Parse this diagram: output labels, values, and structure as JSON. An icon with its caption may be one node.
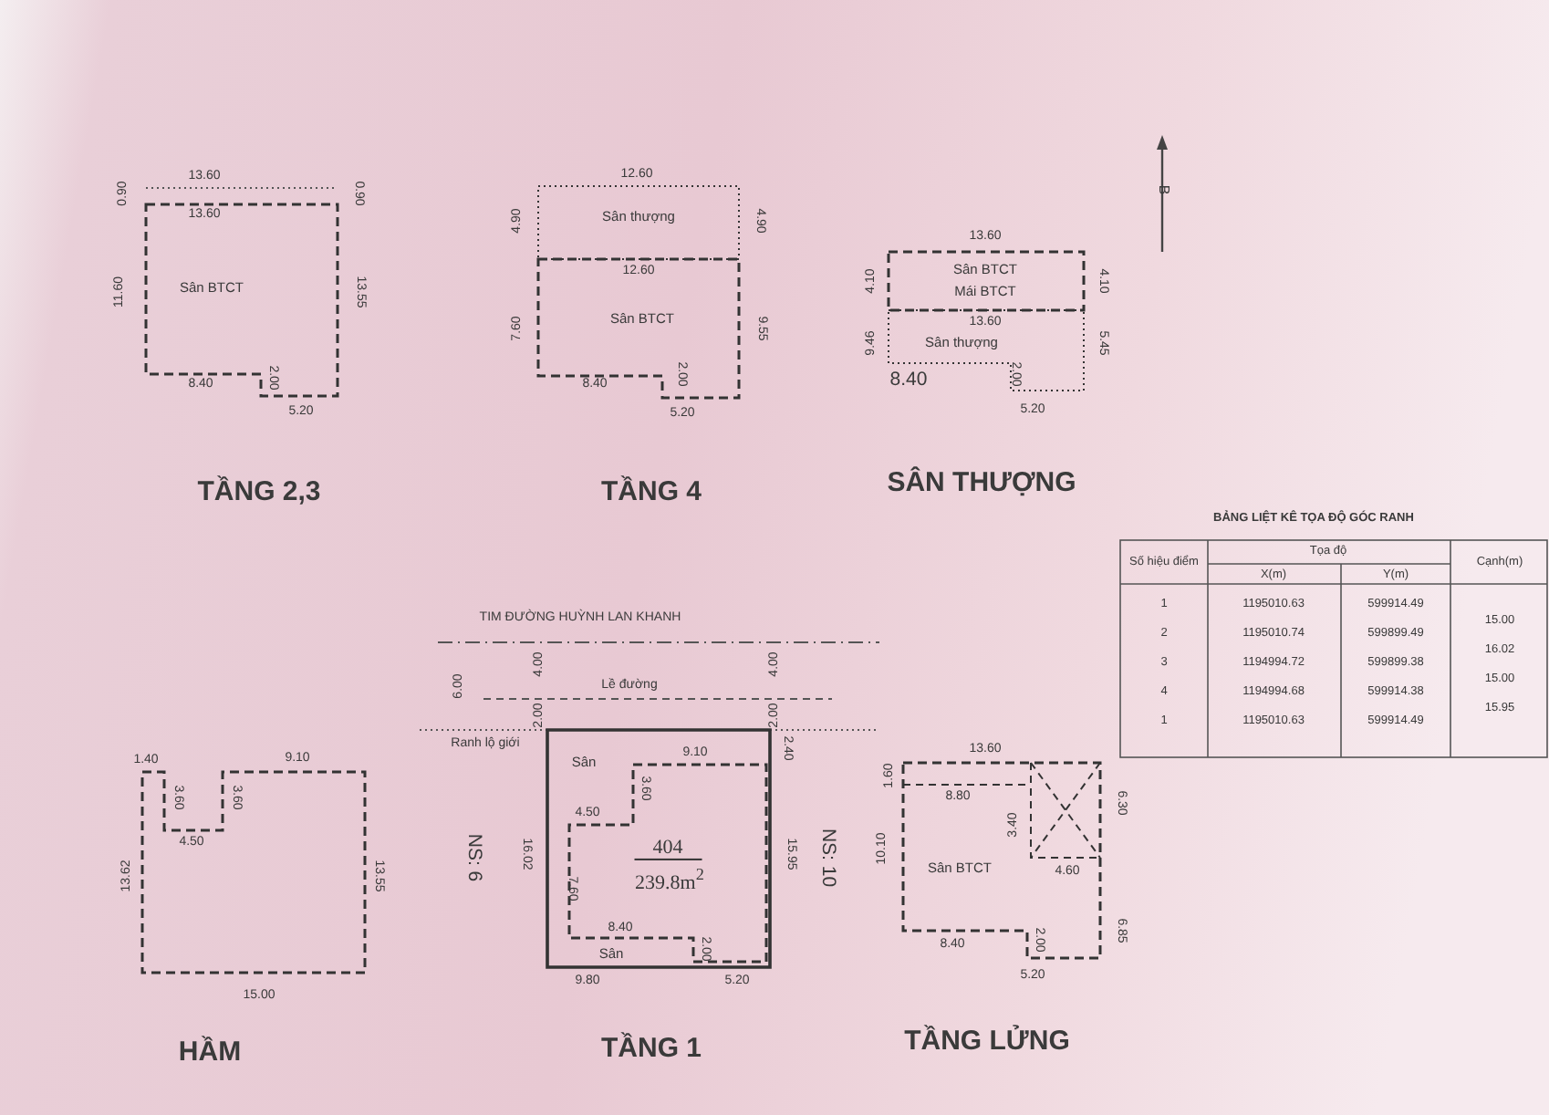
{
  "diagram": {
    "nodes": [
      {
        "text": [
          "Sân BTCT"
        ]
      },
      {
        "text": [
          "Sân thượng"
        ]
      },
      {
        "text": [
          "Sân BTCT"
        ]
      },
      {
        "text": [
          "Sân BTCT",
          "Mái BTCT"
        ]
      },
      {
        "text": [
          "Sân thượng"
        ]
      },
      {
        "text": [],
        "shape": "box"
      },
      {
        "text": [
          "Sân",
          "Sân"
        ]
      },
      {
        "text": [
          "404",
          "239.8m$^{2}$"
        ],
        "in": 6
      },
      {
        "text": [
          "Sân BTCT"
        ]
      }
    ],
    "labels": [
      "13.60",
      "0.90",
      "0.90",
      "13.60",
      "11.60",
      "13.55",
      "8.40",
      "2.00",
      "5.20",
      "12.60",
      "4.90",
      "4.90",
      "12.60",
      "7.60",
      "9.55",
      "8.40",
      "2.00",
      "5.20",
      "13.60",
      "4.10",
      "4.10",
      "13.60",
      "9.46",
      "5.45",
      "8.40",
      "2.00",
      "5.20",
      "B",
      "TẦNG 2,3",
      "TẦNG 4",
      "SÂN THƯỢNG",
      "BẢNG LIỆT KÊ TỌA ĐỘ GÓC RANH",
      "Số hiệu điểm",
      "Tọa độ",
      "Cạnh(m)",
      "X(m)",
      "Y(m)",
      "1",
      "1195010.63",
      "599914.49",
      "15.00",
      "2",
      "1195010.74",
      "599899.49",
      "16.02",
      "3",
      "1194994.72",
      "599899.38",
      "15.00",
      "4",
      "1194994.68",
      "599914.38",
      "15.95",
      "1",
      "1195010.63",
      "599914.49",
      "TIM ĐƯỜNG HUỲNH LAN KHANH",
      "Lề đường",
      "6.00",
      "4.00",
      "2.00",
      "4.00",
      "2.00",
      "Ranh lộ giới",
      "2.40",
      "9.10",
      "3.60",
      "4.50",
      "16.02",
      "15.95",
      "NS: 6",
      "NS: 10",
      "7.60",
      "8.40",
      "2.00",
      "9.80",
      "5.20",
      "TẦNG 1",
      "1.40",
      "9.10",
      "3.60",
      "3.60",
      "4.50",
      "13.62",
      "13.55",
      "15.00",
      "HẦM",
      "13.60",
      "1.60",
      "8.80",
      "3.40",
      "6.30",
      "10.10",
      "4.60",
      "6.85",
      "8.40",
      "2.00",
      "5.20",
      "TẦNG LỬNG"
    ]
  }
}
